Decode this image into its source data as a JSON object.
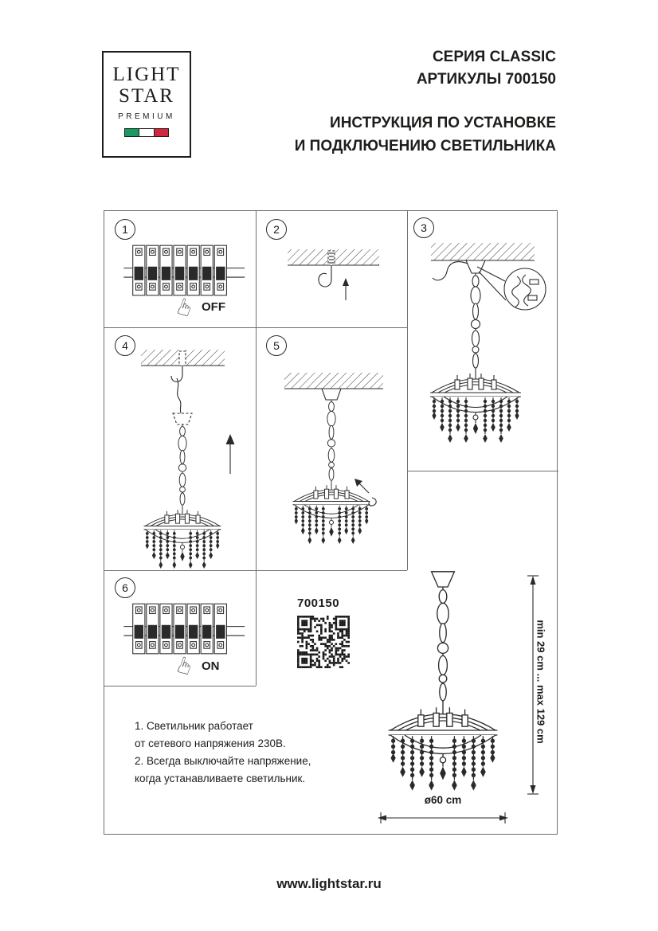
{
  "logo": {
    "line1": "LIGHT",
    "line2": "STAR",
    "line3": "PREMIUM",
    "flag_green": "#169B62",
    "flag_white": "#FFFFFF",
    "flag_red": "#D3273E"
  },
  "header": {
    "series": "СЕРИЯ CLASSIC",
    "articles": "АРТИКУЛЫ 700150",
    "title_line1": "ИНСТРУКЦИЯ ПО УСТАНОВКЕ",
    "title_line2": "И ПОДКЛЮЧЕНИЮ СВЕТИЛЬНИКА"
  },
  "steps": [
    {
      "number": "1",
      "label": "OFF"
    },
    {
      "number": "2",
      "label": ""
    },
    {
      "number": "3",
      "label": ""
    },
    {
      "number": "4",
      "label": ""
    },
    {
      "number": "5",
      "label": ""
    },
    {
      "number": "6",
      "label": "ON"
    }
  ],
  "product": {
    "article": "700150",
    "height_range": "min 29 cm ... max 129 cm",
    "diameter": "ø60 cm"
  },
  "notes": {
    "lines": [
      "1. Светильник работает",
      "от сетевого напряжения 230В.",
      "2. Всегда выключайте напряжение,",
      "когда устанавливаете светильник."
    ]
  },
  "footer": {
    "url": "www.lightstar.ru"
  }
}
